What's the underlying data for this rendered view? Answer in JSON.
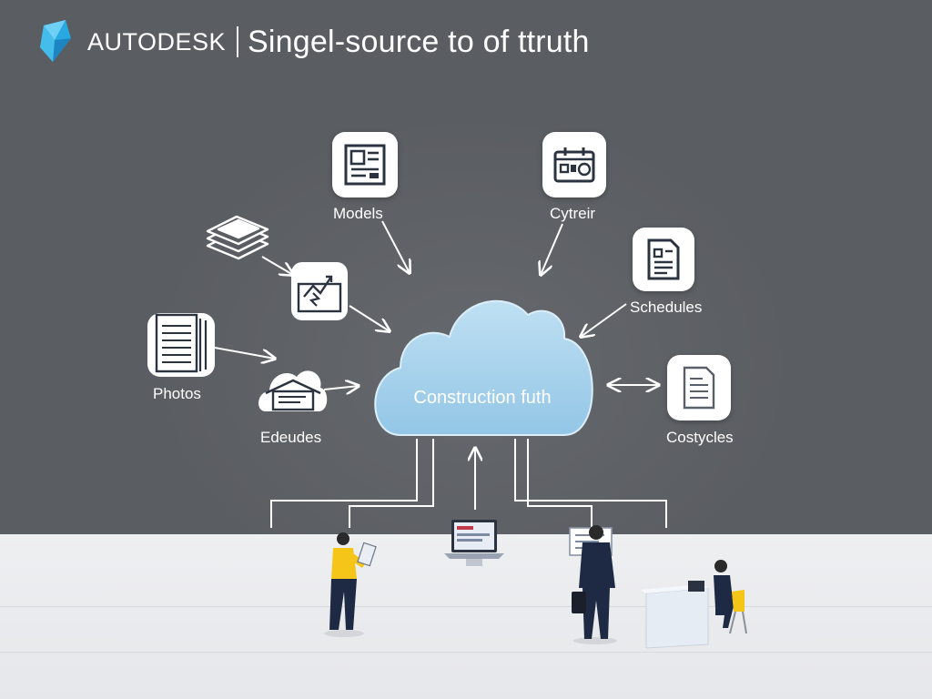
{
  "header": {
    "brand": "AUTODESK",
    "title": "Singel-source to of ttruth"
  },
  "nodes": {
    "models": "Models",
    "cytreir": "Cytreir",
    "schedules": "Schedules",
    "photos": "Photos",
    "edeudes": "Edeudes",
    "costycles": "Costycles",
    "center": "Construction futh"
  },
  "colors": {
    "background": "#5a5d62",
    "floor": "#eeeff1",
    "cloud": "#a9d2ec",
    "worker_vest": "#f5c518",
    "suit": "#1e2a44"
  }
}
